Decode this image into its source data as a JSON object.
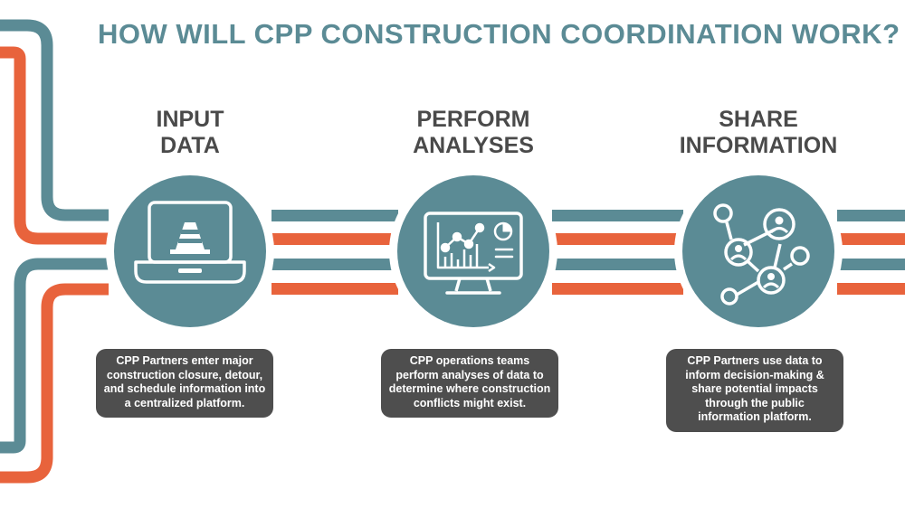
{
  "title": "HOW WILL CPP CONSTRUCTION COORDINATION WORK?",
  "colors": {
    "teal": "#5b8b95",
    "orange": "#e8633c",
    "dark_box": "#4e4e4e",
    "heading": "#4a4a4a"
  },
  "steps": [
    {
      "title_line1": "INPUT",
      "title_line2": "DATA",
      "icon": "laptop-traffic-cone-icon",
      "description": "CPP Partners enter major construction closure, detour, and schedule information into a centralized platform."
    },
    {
      "title_line1": "PERFORM",
      "title_line2": "ANALYSES",
      "icon": "monitor-analytics-chart-icon",
      "description": "CPP operations teams perform analyses of data to determine where construction conflicts might exist."
    },
    {
      "title_line1": "SHARE",
      "title_line2": "INFORMATION",
      "icon": "people-network-icon",
      "description": "CPP Partners use data to inform decision-making & share potential impacts through the public information platform."
    }
  ]
}
